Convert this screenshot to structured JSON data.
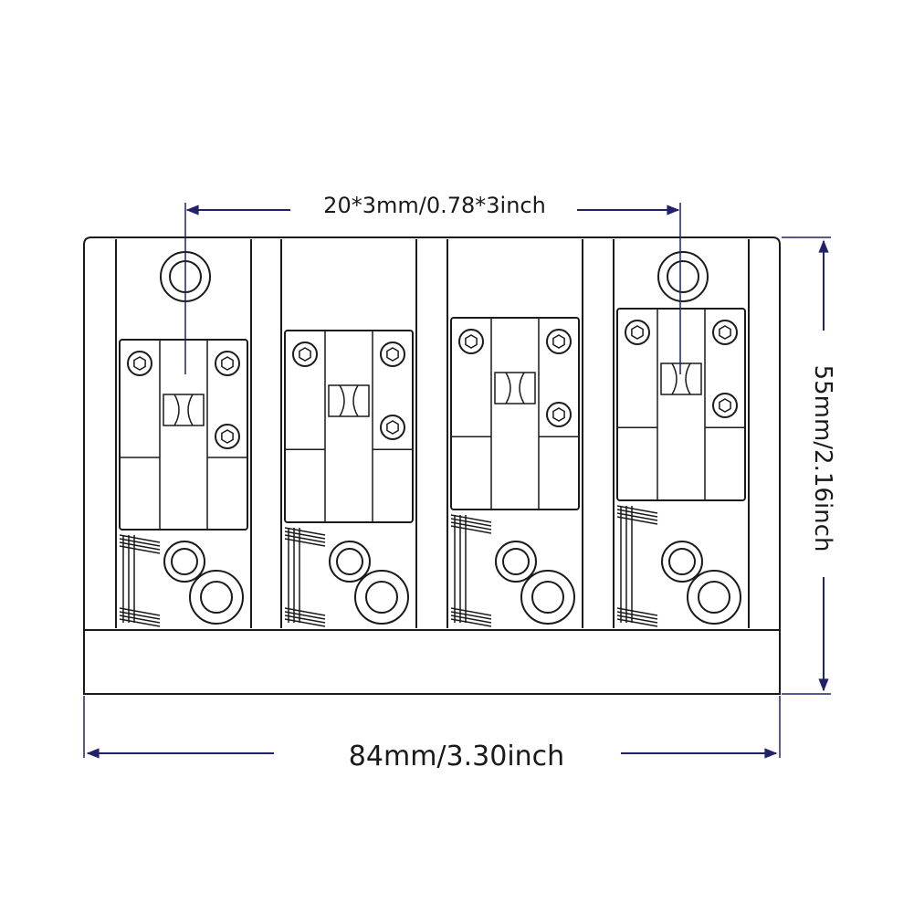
{
  "dimensions": {
    "string_spacing": "20*3mm/0.78*3inch",
    "height": "55mm/2.16inch",
    "width": "84mm/3.30inch"
  },
  "colors": {
    "line": "#1a1a1a",
    "dimension_arrow": "#22226b",
    "background": "#ffffff"
  },
  "saddles": [
    {
      "id": 1
    },
    {
      "id": 2
    },
    {
      "id": 3
    },
    {
      "id": 4
    }
  ]
}
